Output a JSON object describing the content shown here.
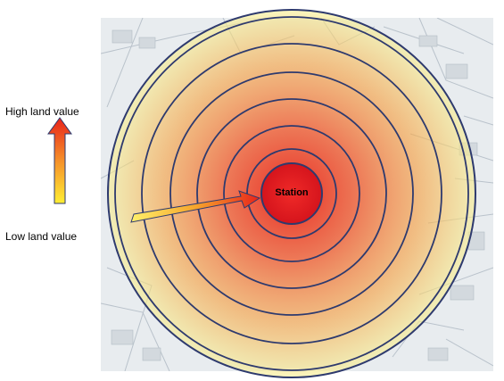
{
  "labels": {
    "high_land_value": "High land value",
    "low_land_value": "Low land value",
    "station": "Station"
  },
  "colors": {
    "high": "#e8231a",
    "mid": "#f5902a",
    "low": "#ffee33",
    "ring_outline": "#2e3a6e",
    "map_background": "#e8ecef",
    "map_streets": "#b9c2cb"
  },
  "rings": {
    "count": 6,
    "gradient": "high value at center decreasing outward"
  },
  "icons": {
    "value_scale_arrow": "arrow-up-icon",
    "distance_arrow": "arrow-right-icon"
  }
}
